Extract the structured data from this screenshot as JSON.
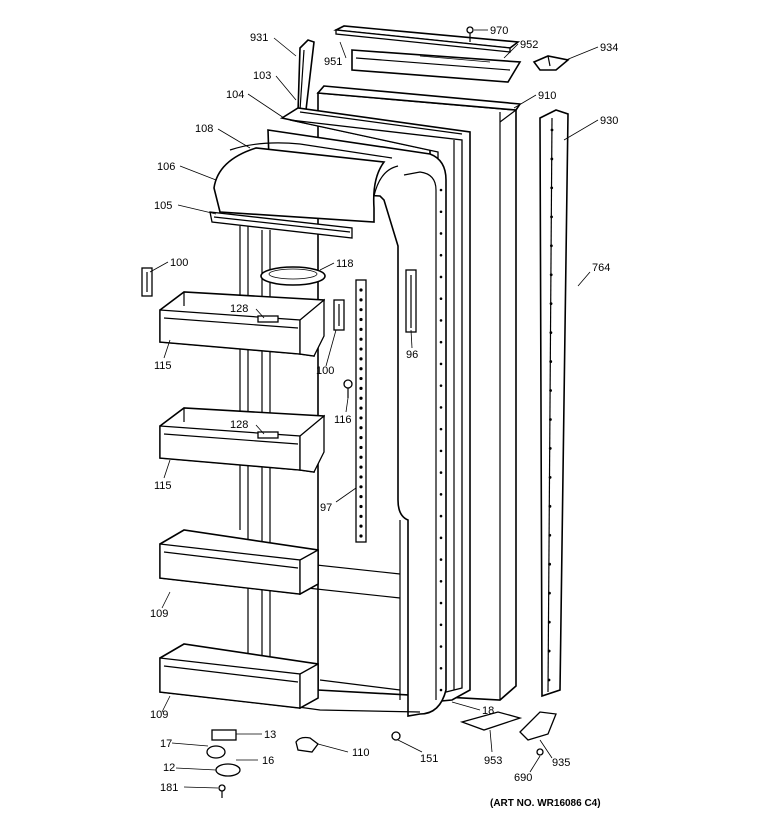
{
  "diagram": {
    "art_number": "(ART NO. WR16086 C4)",
    "callouts": [
      {
        "id": "c931",
        "label": "931"
      },
      {
        "id": "c951",
        "label": "951"
      },
      {
        "id": "c970",
        "label": "970"
      },
      {
        "id": "c952",
        "label": "952"
      },
      {
        "id": "c934",
        "label": "934"
      },
      {
        "id": "c103",
        "label": "103"
      },
      {
        "id": "c910",
        "label": "910"
      },
      {
        "id": "c104",
        "label": "104"
      },
      {
        "id": "c930",
        "label": "930"
      },
      {
        "id": "c108",
        "label": "108"
      },
      {
        "id": "c106",
        "label": "106"
      },
      {
        "id": "c105",
        "label": "105"
      },
      {
        "id": "c100a",
        "label": "100"
      },
      {
        "id": "c118",
        "label": "118"
      },
      {
        "id": "c764",
        "label": "764"
      },
      {
        "id": "c128a",
        "label": "128"
      },
      {
        "id": "c100b",
        "label": "100"
      },
      {
        "id": "c96",
        "label": "96"
      },
      {
        "id": "c115a",
        "label": "115"
      },
      {
        "id": "c116",
        "label": "116"
      },
      {
        "id": "c128b",
        "label": "128"
      },
      {
        "id": "c115b",
        "label": "115"
      },
      {
        "id": "c97",
        "label": "97"
      },
      {
        "id": "c109a",
        "label": "109"
      },
      {
        "id": "c109b",
        "label": "109"
      },
      {
        "id": "c18",
        "label": "18"
      },
      {
        "id": "c13",
        "label": "13"
      },
      {
        "id": "c17",
        "label": "17"
      },
      {
        "id": "c110",
        "label": "110"
      },
      {
        "id": "c16",
        "label": "16"
      },
      {
        "id": "c151",
        "label": "151"
      },
      {
        "id": "c953",
        "label": "953"
      },
      {
        "id": "c935",
        "label": "935"
      },
      {
        "id": "c12",
        "label": "12"
      },
      {
        "id": "c690",
        "label": "690"
      },
      {
        "id": "c181",
        "label": "181"
      }
    ]
  }
}
